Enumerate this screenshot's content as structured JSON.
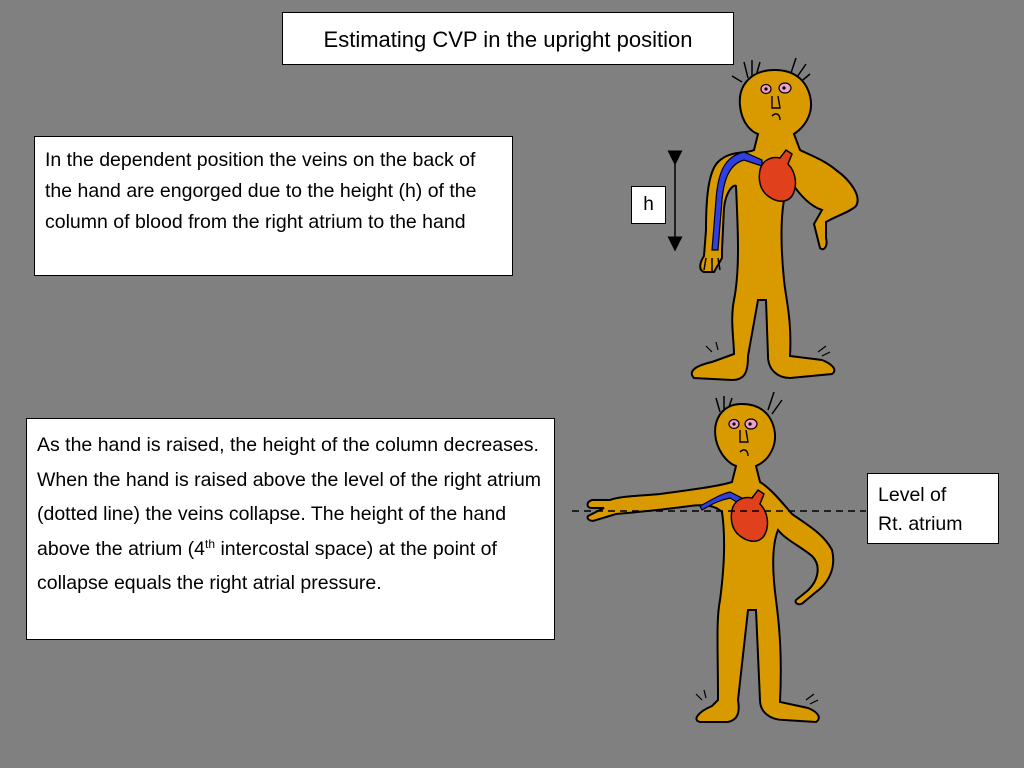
{
  "title": "Estimating CVP in the upright position",
  "panel_top": {
    "text": "In the dependent position the veins on the back of the hand are engorged due to the height (h) of the column of blood from the right atrium to the hand",
    "height_label": "h"
  },
  "panel_bottom": {
    "text_before_sup": "As the hand is raised, the height of the column decreases. When the hand is raised above the level of the right atrium (dotted line) the veins collapse. The height of the hand above the atrium (4",
    "text_sup": "th",
    "text_after_sup": " intercostal space) at the point of collapse equals the right atrial pressure.",
    "level_label_line1": "Level of",
    "level_label_line2": "Rt. atrium"
  },
  "colors": {
    "background": "#808080",
    "body_fill": "#d99a00",
    "heart_fill": "#e0401c",
    "vein_fill": "#3040e0",
    "eye_fill": "#f0a0c8"
  }
}
